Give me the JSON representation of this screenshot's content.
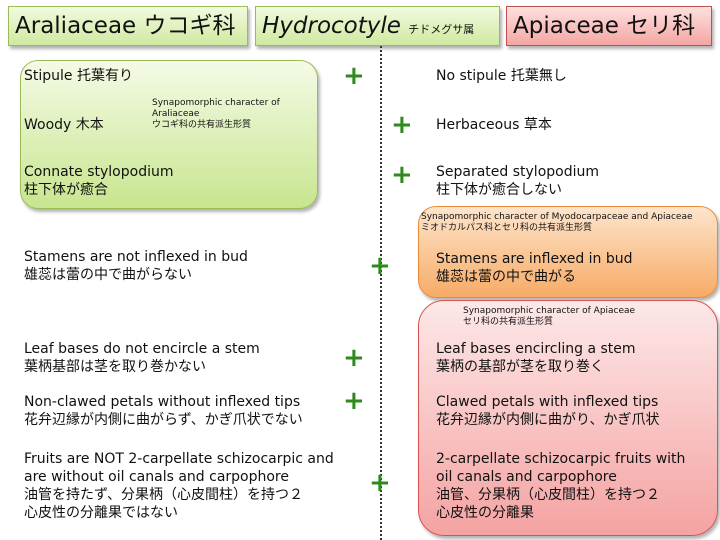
{
  "headers": {
    "araliaceae": "Araliaceae ウコギ科",
    "hydrocotyle": "Hydrocotyle",
    "hydrocotyle_jp": "チドメグサ属",
    "apiaceae": "Apiaceae セリ科"
  },
  "left": {
    "stipule": "Stipule 托葉有り",
    "woody": "Woody 木本",
    "syn_note": [
      "Synapomorphic character of",
      "Araliaceae",
      "ウコギ科の共有派生形質"
    ],
    "connate": [
      "Connate stylopodium",
      "柱下体が癒合"
    ],
    "stamens": [
      "Stamens are not inflexed in bud",
      "雄蕊は蕾の中で曲がらない"
    ],
    "leaf": [
      "Leaf bases do not encircle a stem",
      "葉柄基部は茎を取り巻かない"
    ],
    "petals": [
      "Non-clawed petals without inflexed tips",
      "花弁辺縁が内側に曲がらず、かぎ爪状でない"
    ],
    "fruits": [
      "Fruits are NOT 2-carpellate schizocarpic and",
      "are without oil canals and carpophore",
      "油管を持たず、分果柄（心皮間柱）を持つ２",
      "心皮性の分離果ではない"
    ]
  },
  "right": {
    "stipule": "No stipule 托葉無し",
    "herb": "Herbaceous 草本",
    "separated": [
      "Separated stylopodium",
      "柱下体が癒合しない"
    ],
    "orange_note": [
      "Synapomorphic character of Myodocarpaceae and Apiaceae",
      "ミオドカルパス科とセリ科の共有派生形質"
    ],
    "stamens": [
      "Stamens are inflexed in bud",
      "雄蕊は蕾の中で曲がる"
    ],
    "pink_note": [
      "Synapomorphic character of Apiaceae",
      "セリ科の共有派生形質"
    ],
    "leaf": [
      "Leaf bases encircling a stem",
      "葉柄の基部が茎を取り巻く"
    ],
    "petals": [
      "Clawed petals with inflexed tips",
      "花弁辺縁が内側に曲がり、かぎ爪状"
    ],
    "fruits": [
      "2-carpellate schizocarpic fruits with",
      "oil canals and carpophore",
      "油管、分果柄（心皮間柱）を持つ２",
      "心皮性の分離果"
    ]
  },
  "plus_sign": "+",
  "colors": {
    "green": "#cfe9a0",
    "orange": "#f9b97a",
    "pink": "#f4a6a4",
    "plus": "#2f8a1e"
  }
}
